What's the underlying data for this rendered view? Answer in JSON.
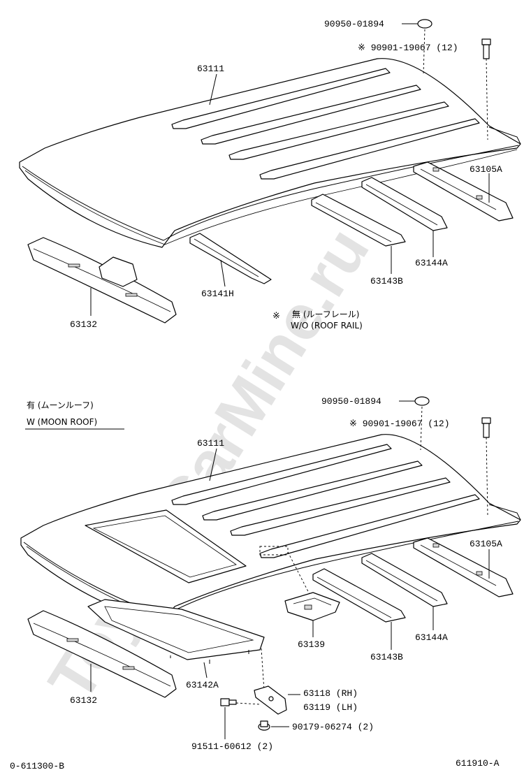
{
  "watermark": "ToyotaCarMine.ru",
  "top_section": {
    "labels": {
      "plug": "90950-01894",
      "bolt": "※ 90901-19067 (12)",
      "roof_panel": "63111",
      "rear_header": "63105A",
      "roof_bow_a": "63144A",
      "roof_bow_b": "63143B",
      "roof_bow_h": "63141H",
      "front_header": "63132"
    },
    "note_mark": "※",
    "note_jp": "無 (ルーフレール)",
    "note_en": "W/O (ROOF RAIL)"
  },
  "bottom_section": {
    "heading_jp": "有 (ムーンルーフ)",
    "heading_en": "W (MOON ROOF)",
    "labels": {
      "plug": "90950-01894",
      "bolt": "※ 90901-19067 (12)",
      "roof_panel": "63111",
      "rear_header": "63105A",
      "roof_bow_a": "63144A",
      "roof_bow_b": "63143B",
      "bracket_center": "63139",
      "sunroof_reinforcement": "63142A",
      "front_header": "63132",
      "bracket_rh": "63118 (RH)",
      "bracket_lh": "63119 (LH)",
      "nut": "90179-06274 (2)",
      "bolt_small": "91511-60612 (2)"
    }
  },
  "footer": {
    "left_code": "0-611300-B",
    "right_code": "611910-A"
  }
}
